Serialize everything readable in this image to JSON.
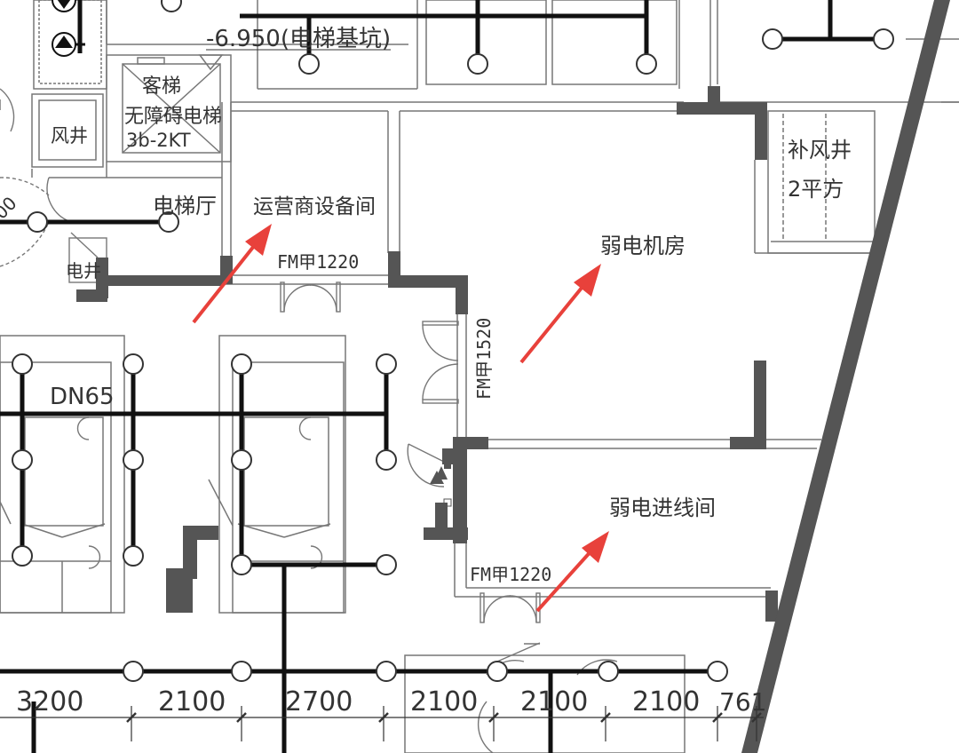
{
  "labels": {
    "pit_level": "-6.950(电梯基坑)",
    "passenger_elevator": "客梯",
    "accessible_elevator": "无障碍电梯",
    "elevator_code": "3b-2KT",
    "air_shaft": "风井",
    "elevator_hall": "电梯厅",
    "carrier_room": "运营商设备间",
    "weak_current_room": "弱电机房",
    "supply_air_shaft": "补风井",
    "supply_air_area": "2平方",
    "weak_incoming_room": "弱电进线间",
    "electric_shaft": "电井",
    "pipe_size": "DN65",
    "door_fm1220_a": "FM甲1220",
    "door_fm1520": "FM甲1520",
    "door_fm1220_b": "FM甲1220",
    "partial_dim": "00"
  },
  "dimensions": [
    "3200",
    "2100",
    "2700",
    "2100",
    "2100",
    "2100",
    "761"
  ],
  "colors": {
    "line": "#333333",
    "thin": "#777777",
    "wall": "#555555",
    "arrow": "#e8413b"
  }
}
